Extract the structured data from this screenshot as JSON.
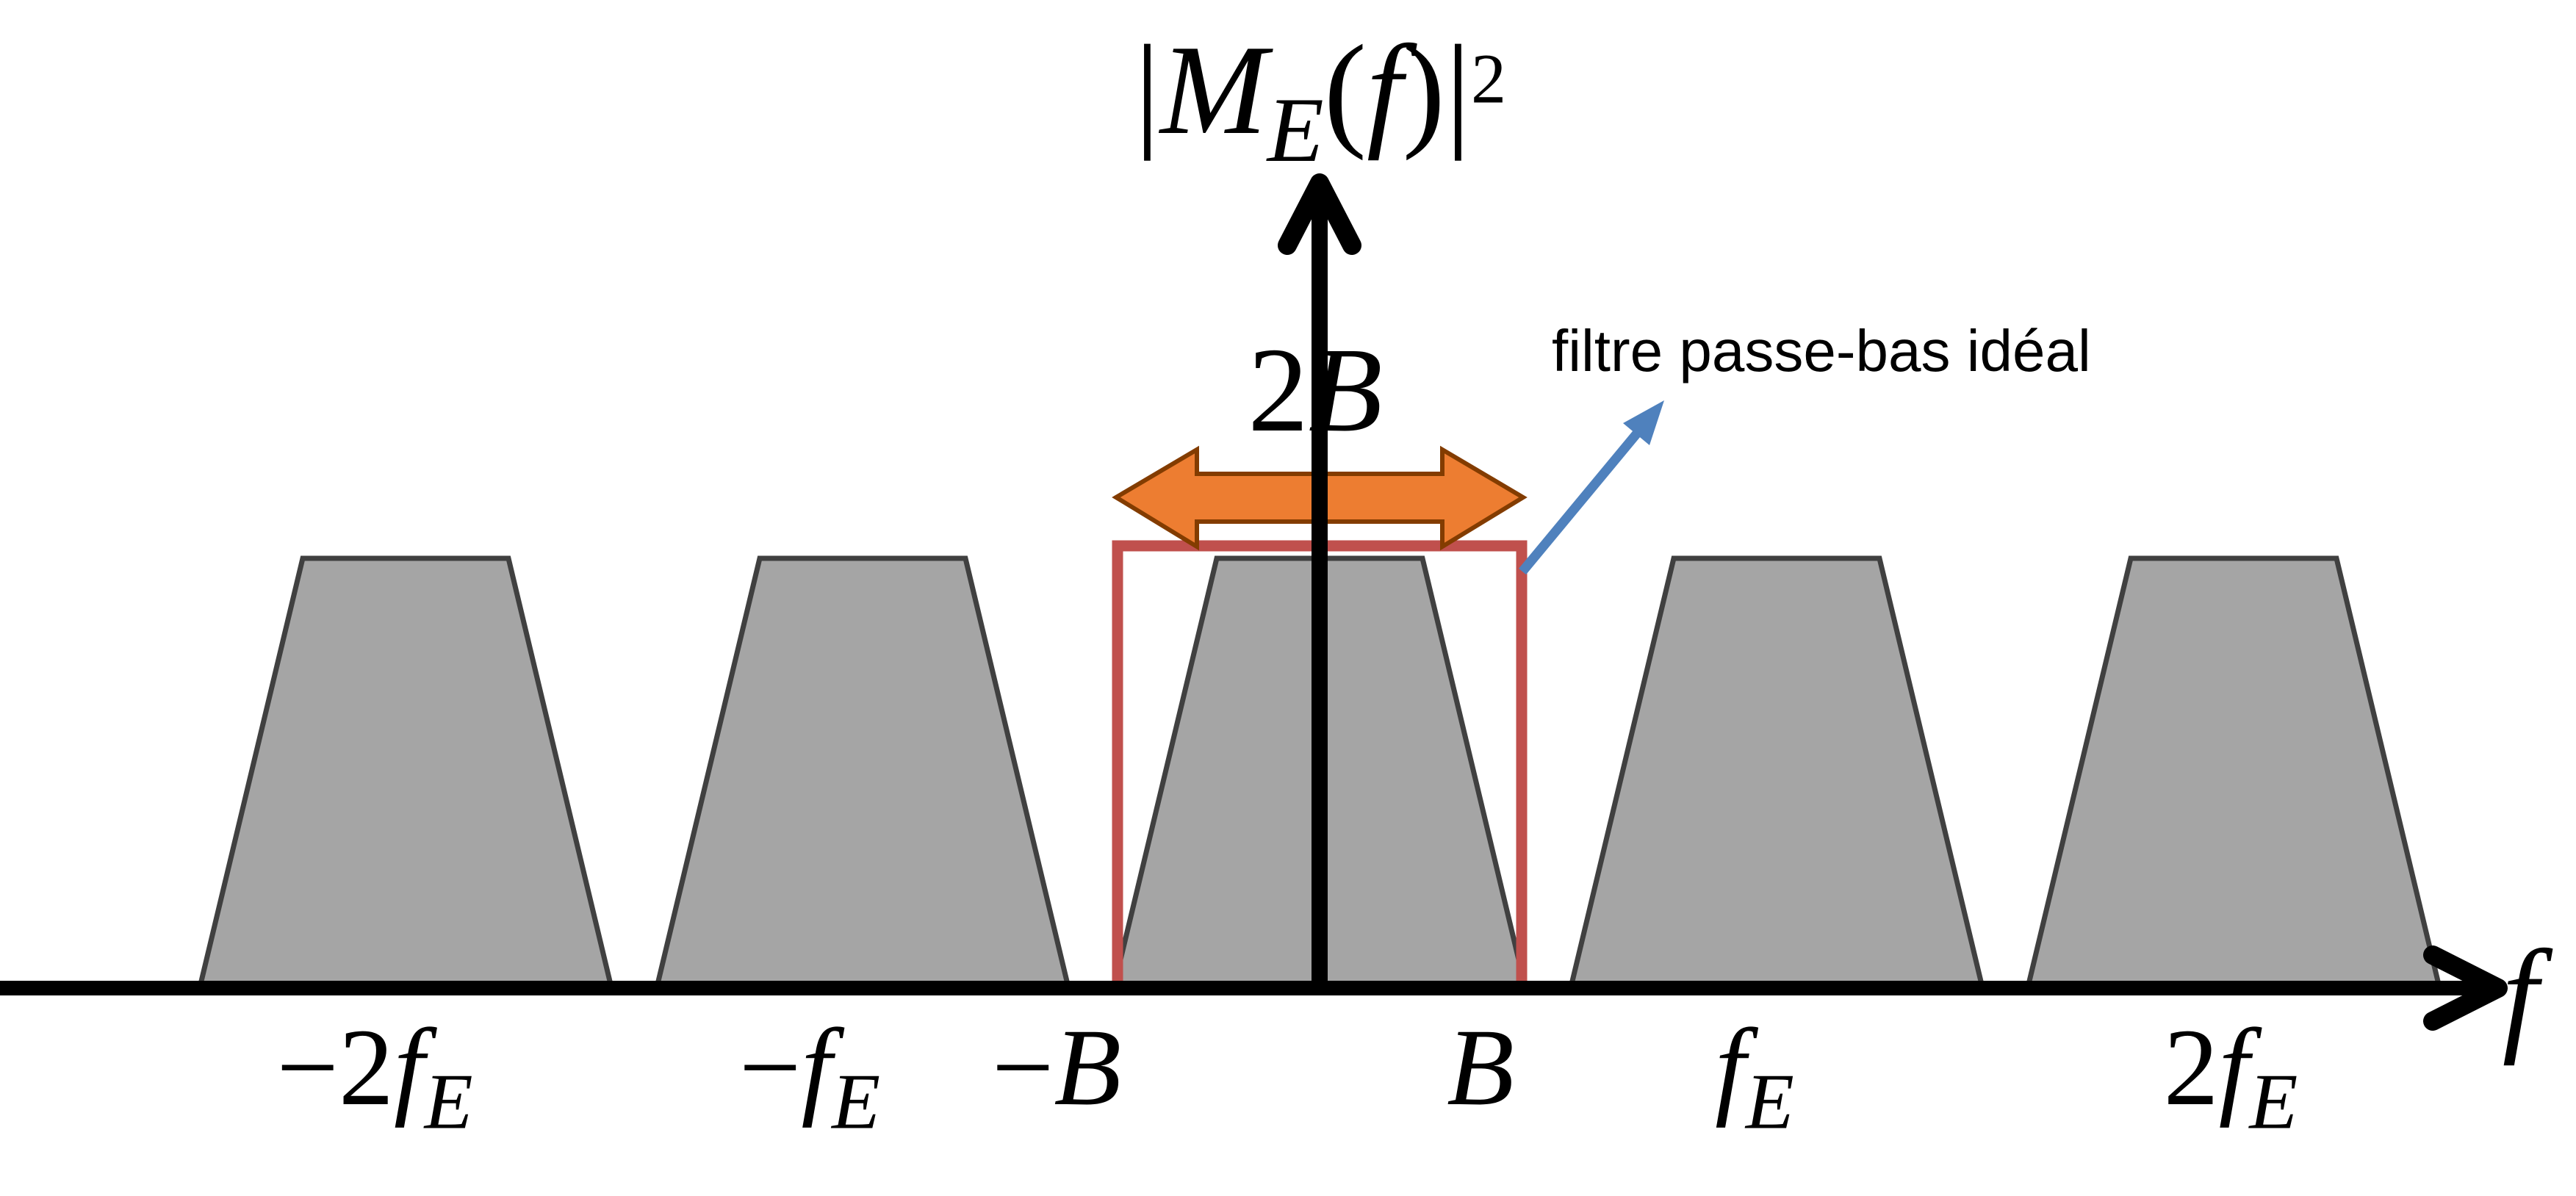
{
  "diagram": {
    "title": {
      "transcript": "|M_E(f)|^2",
      "bar_open": "|",
      "M": "M",
      "sub": "E",
      "paren_open": "(",
      "f": "f",
      "paren_close": ")",
      "bar_close": "|",
      "sup": "2"
    },
    "bandwidth_label": {
      "coef": "2",
      "var": "B"
    },
    "annotation": {
      "text": "filtre passe-bas idéal"
    },
    "x_axis_label": "f",
    "ticks": [
      {
        "name": "minus-2fE",
        "parts": [
          {
            "t": "−2"
          },
          {
            "t": "f"
          },
          {
            "t": "E"
          }
        ]
      },
      {
        "name": "minus-fE",
        "parts": [
          {
            "t": "−"
          },
          {
            "t": "f"
          },
          {
            "t": "E"
          }
        ]
      },
      {
        "name": "minus-B",
        "parts": [
          {
            "t": "−"
          },
          {
            "t": "B"
          }
        ]
      },
      {
        "name": "B",
        "parts": [
          {
            "t": "B"
          }
        ]
      },
      {
        "name": "fE",
        "parts": [
          {
            "t": "f"
          },
          {
            "t": "E"
          }
        ]
      },
      {
        "name": "2fE",
        "parts": [
          {
            "t": "2"
          },
          {
            "t": "f"
          },
          {
            "t": "E"
          }
        ]
      }
    ],
    "spectrum": {
      "replica_count": 5,
      "replica_shape": "trapezoid",
      "passband_edges": [
        "−B",
        "B"
      ],
      "bandwidth_annotation": "2B"
    },
    "colors": {
      "axis": "#000000",
      "text": "#000000",
      "trapezoid_fill": "#A5A5A5",
      "trapezoid_stroke": "#404040",
      "filter_box_stroke": "#C0504D",
      "bandwidth_arrow_fill": "#ED7D31",
      "bandwidth_arrow_stroke": "#833C00",
      "annotation_arrow": "#4F81BD"
    }
  }
}
